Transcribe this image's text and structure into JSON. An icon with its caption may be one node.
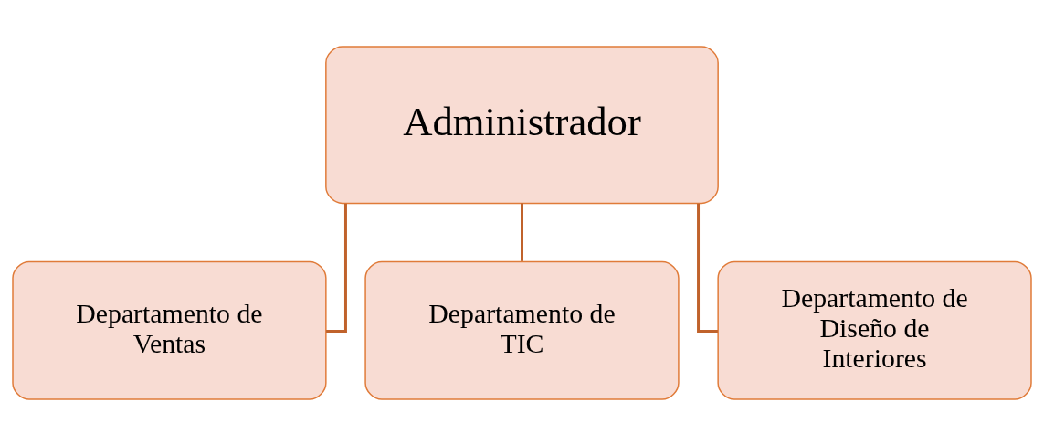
{
  "diagram": {
    "nodes": [
      {
        "text": [
          "Administrador"
        ]
      },
      {
        "text": [
          "Departamento de Ventas"
        ]
      },
      {
        "text": [
          "Departamento de TIC"
        ]
      },
      {
        "text": [
          "Departamento de Diseño de Interiores"
        ]
      }
    ],
    "edges": [
      {
        "from": 0,
        "to": 1,
        "arrow": "none"
      },
      {
        "from": 0,
        "to": 2,
        "arrow": "none"
      },
      {
        "from": 0,
        "to": 3,
        "arrow": "none"
      }
    ]
  }
}
